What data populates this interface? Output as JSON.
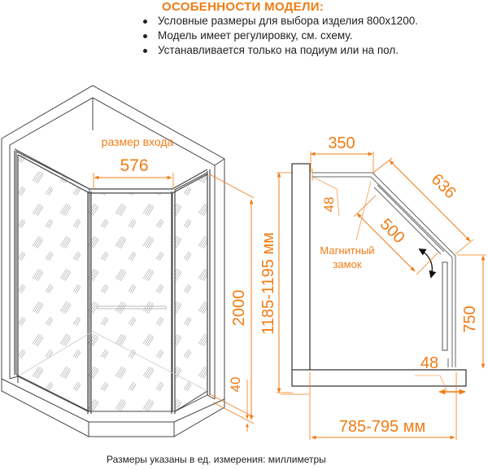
{
  "features": {
    "title": "ОСОБЕННОСТИ МОДЕЛИ:",
    "items": [
      "Условные размеры для выбора изделия 800x1200.",
      "Модель имеет регулировку, см. схему.",
      "Устанавливается только на подиум или на пол."
    ]
  },
  "perspective_view": {
    "entry_label": "размер входа",
    "entry_width": "576",
    "height": "2000",
    "tray_height": "40",
    "overall_depth": "1185-1195 мм"
  },
  "plan_view": {
    "side_panel_width": "350",
    "diagonal_length": "636",
    "door_width": "500",
    "top_profile": "48",
    "bottom_profile": "48",
    "side_depth": "750",
    "overall_width": "785-795 мм",
    "magnet_label_line1": "Магнитный",
    "magnet_label_line2": "замок"
  },
  "footer": {
    "note": "Размеры указаны в ед. измерения: миллиметры"
  },
  "colors": {
    "accent": "#f07c14",
    "line": "#333333",
    "light_line": "#999999"
  }
}
